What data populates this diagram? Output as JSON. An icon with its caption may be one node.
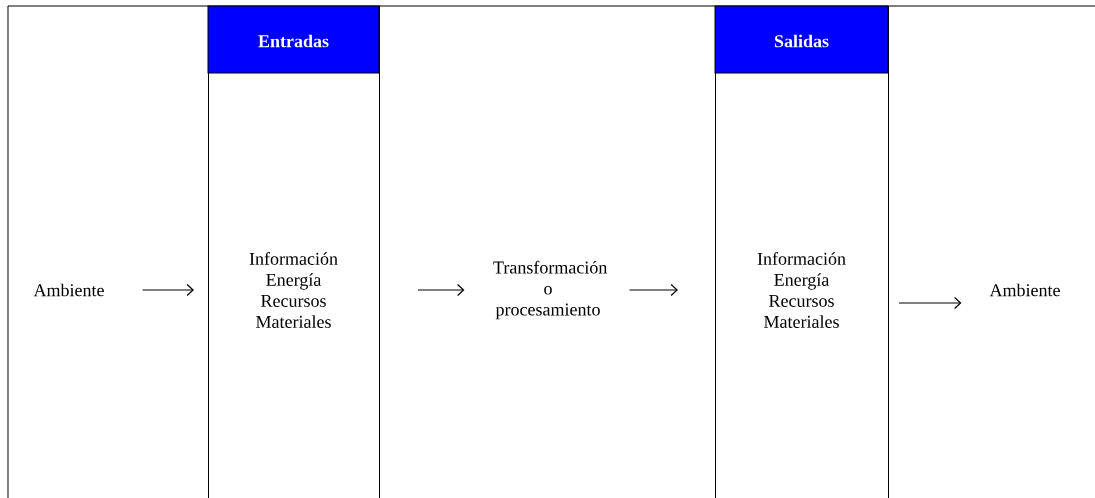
{
  "diagram": {
    "nodes": [
      {
        "text": [
          "Ambiente"
        ]
      },
      {
        "text": [
          "Entradas",
          "Información Energía Recursos Materiales"
        ]
      },
      {
        "text": [
          "Transformación o procesamiento"
        ]
      },
      {
        "text": [
          "Salidas",
          "Información Energía Recursos Materiales"
        ]
      },
      {
        "text": [
          "Ambiente"
        ]
      }
    ],
    "edges": [
      {
        "from": 0,
        "to": 1,
        "arrow": "to"
      },
      {
        "from": 1,
        "to": 2,
        "arrow": "to"
      },
      {
        "from": 2,
        "to": 3,
        "arrow": "to"
      },
      {
        "from": 3,
        "to": 4,
        "arrow": "to"
      }
    ]
  }
}
